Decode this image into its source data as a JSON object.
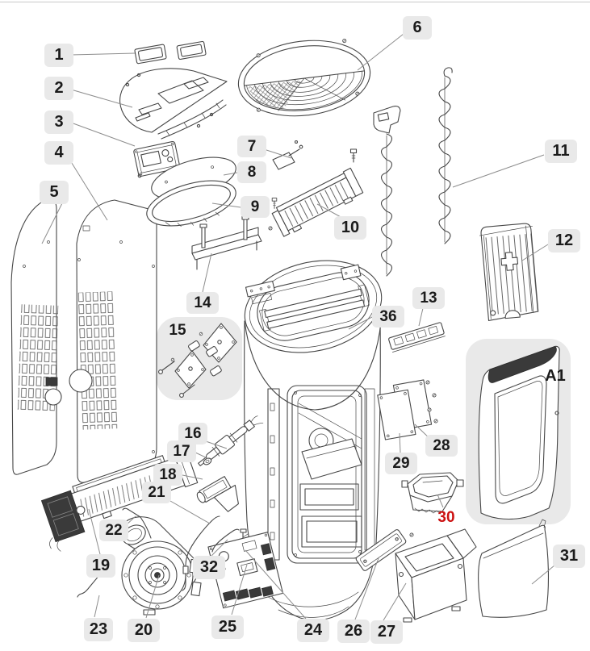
{
  "page": {
    "background_color": "#ffffff",
    "top_rule_color": "#c9c9c9"
  },
  "diagram": {
    "kind": "exploded-parts-diagram",
    "chip_bg_color": "#e9e9e9",
    "chip_text_color": "#1b1b1b",
    "highlight_text_color": "#cc1111",
    "group_panel_color": "#e9e9e9",
    "highlighted_label": "30",
    "labels": [
      {
        "text": "1"
      },
      {
        "text": "2"
      },
      {
        "text": "3"
      },
      {
        "text": "4"
      },
      {
        "text": "5"
      },
      {
        "text": "6"
      },
      {
        "text": "7"
      },
      {
        "text": "8"
      },
      {
        "text": "9"
      },
      {
        "text": "10"
      },
      {
        "text": "11"
      },
      {
        "text": "12"
      },
      {
        "text": "13"
      },
      {
        "text": "14"
      },
      {
        "text": "15"
      },
      {
        "text": "16"
      },
      {
        "text": "17"
      },
      {
        "text": "18"
      },
      {
        "text": "19"
      },
      {
        "text": "20"
      },
      {
        "text": "21"
      },
      {
        "text": "22"
      },
      {
        "text": "23"
      },
      {
        "text": "24"
      },
      {
        "text": "25"
      },
      {
        "text": "26"
      },
      {
        "text": "27"
      },
      {
        "text": "28"
      },
      {
        "text": "29"
      },
      {
        "text": "30",
        "highlight": true
      },
      {
        "text": "31"
      },
      {
        "text": "32"
      },
      {
        "text": "36"
      },
      {
        "text": "A1"
      }
    ]
  }
}
